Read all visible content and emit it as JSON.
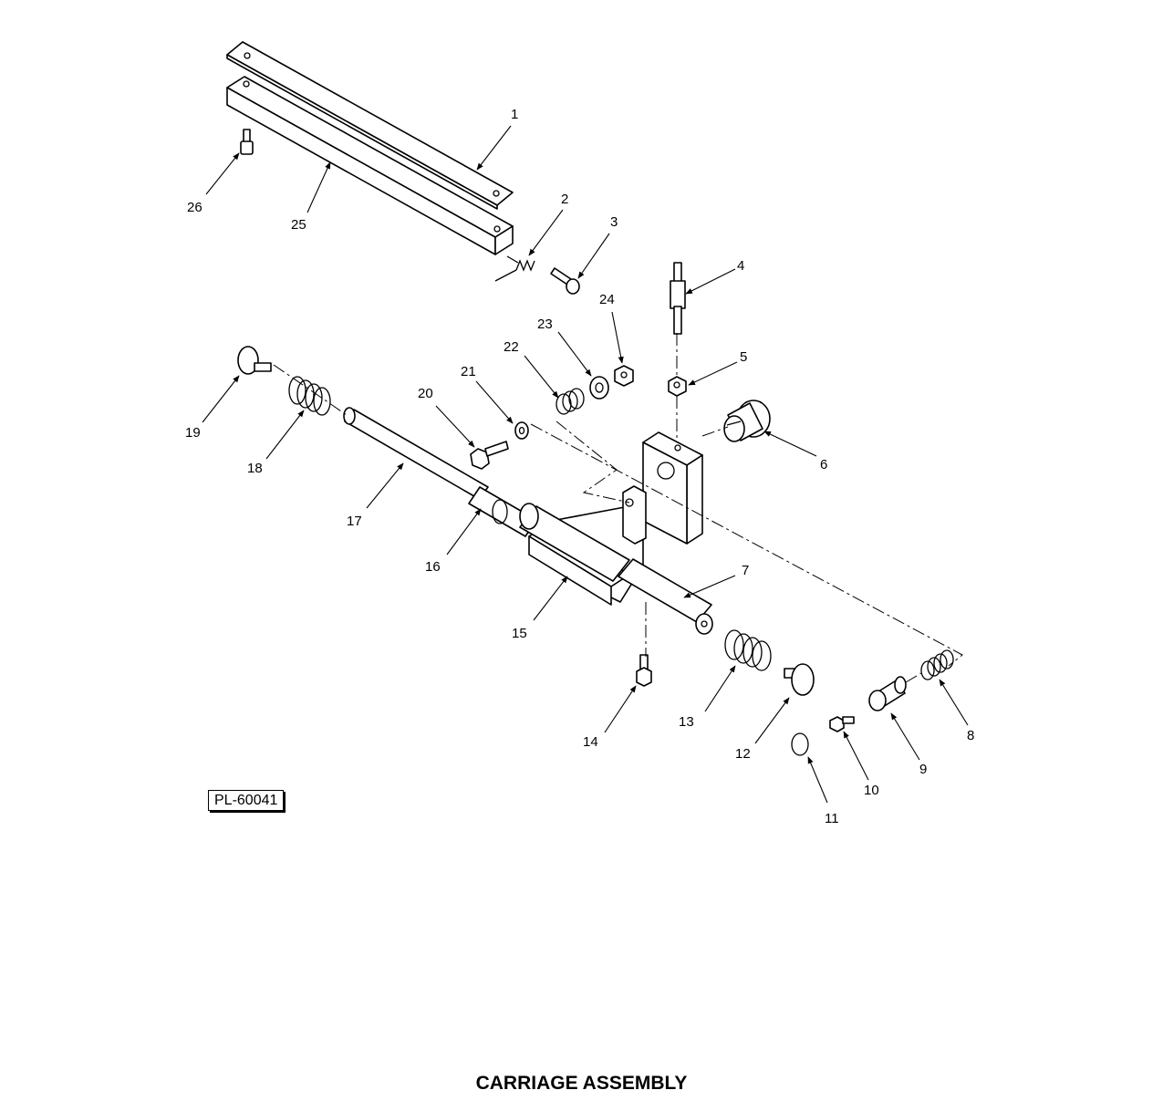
{
  "figure": {
    "title": "CARRIAGE ASSEMBLY",
    "plate_id": "PL-60041"
  },
  "callouts": [
    {
      "id": "1",
      "label": "1"
    },
    {
      "id": "2",
      "label": "2"
    },
    {
      "id": "3",
      "label": "3"
    },
    {
      "id": "4",
      "label": "4"
    },
    {
      "id": "5",
      "label": "5"
    },
    {
      "id": "6",
      "label": "6"
    },
    {
      "id": "7",
      "label": "7"
    },
    {
      "id": "8",
      "label": "8"
    },
    {
      "id": "9",
      "label": "9"
    },
    {
      "id": "10",
      "label": "10"
    },
    {
      "id": "11",
      "label": "11"
    },
    {
      "id": "12",
      "label": "12"
    },
    {
      "id": "13",
      "label": "13"
    },
    {
      "id": "14",
      "label": "14"
    },
    {
      "id": "15",
      "label": "15"
    },
    {
      "id": "16",
      "label": "16"
    },
    {
      "id": "17",
      "label": "17"
    },
    {
      "id": "18",
      "label": "18"
    },
    {
      "id": "19",
      "label": "19"
    },
    {
      "id": "20",
      "label": "20"
    },
    {
      "id": "21",
      "label": "21"
    },
    {
      "id": "22",
      "label": "22"
    },
    {
      "id": "23",
      "label": "23"
    },
    {
      "id": "24",
      "label": "24"
    },
    {
      "id": "25",
      "label": "25"
    },
    {
      "id": "26",
      "label": "26"
    }
  ]
}
